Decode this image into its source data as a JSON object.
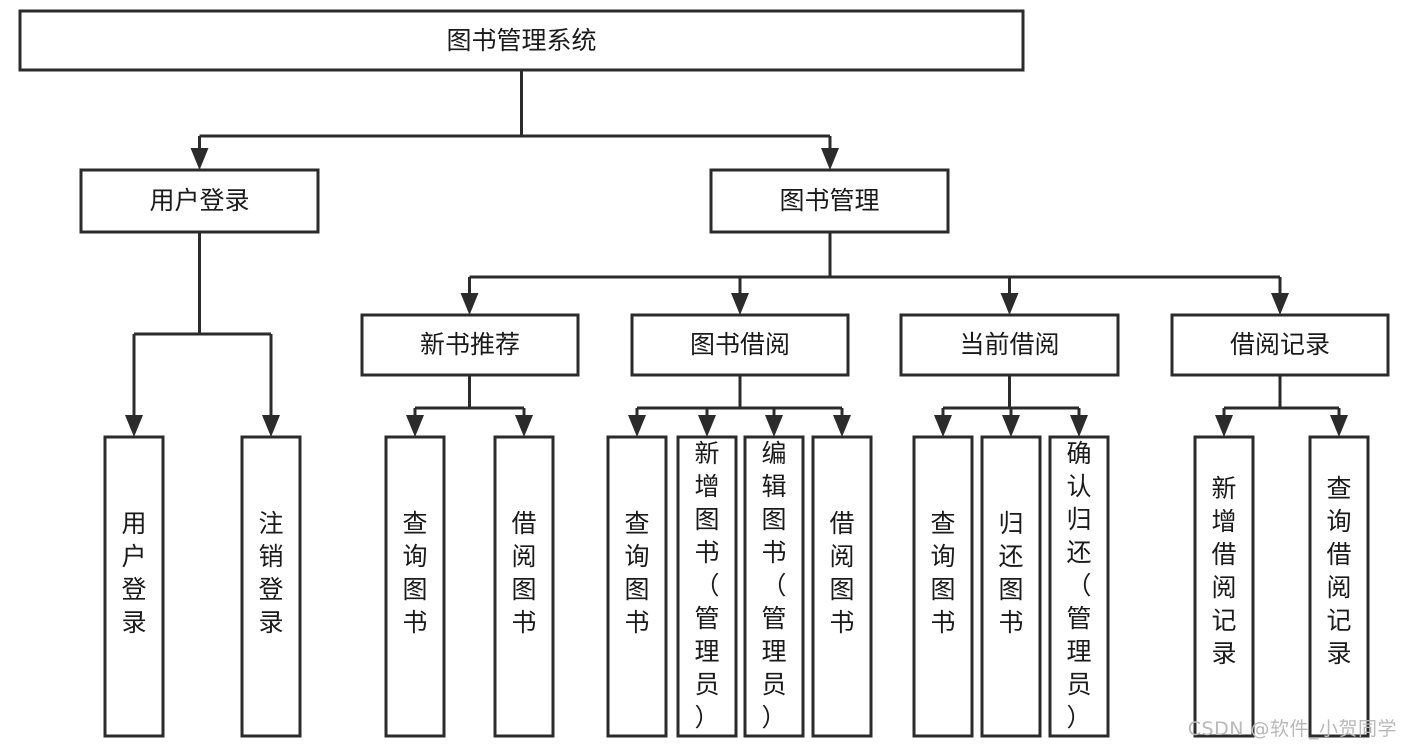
{
  "diagram": {
    "type": "tree-hierarchy-chart",
    "title": "图书管理系统",
    "watermark": "CSDN @软件_小贺同学",
    "colors": {
      "stroke": "#2b2b2b",
      "fill": "#ffffff",
      "text": "#1a1a1a",
      "watermark": "#b9b9b9",
      "background": "#ffffff"
    },
    "nodes": {
      "root": {
        "label": "图书管理系统"
      },
      "level2": [
        {
          "id": "user-login",
          "label": "用户登录"
        },
        {
          "id": "book-manage",
          "label": "图书管理"
        }
      ],
      "level3": [
        {
          "id": "new-book-recommend",
          "label": "新书推荐"
        },
        {
          "id": "book-borrow",
          "label": "图书借阅"
        },
        {
          "id": "current-borrow",
          "label": "当前借阅"
        },
        {
          "id": "borrow-record",
          "label": "借阅记录"
        }
      ],
      "leaves": {
        "user_login": [
          {
            "id": "leaf-user-login",
            "label": "用户登录"
          },
          {
            "id": "leaf-user-logout",
            "label": "注销登录"
          }
        ],
        "new_book_recommend": [
          {
            "id": "leaf-query-book-1",
            "label": "查询图书"
          },
          {
            "id": "leaf-borrow-book-1",
            "label": "借阅图书"
          }
        ],
        "book_borrow": [
          {
            "id": "leaf-query-book-2",
            "label": "查询图书"
          },
          {
            "id": "leaf-add-book",
            "label": "新增图书（管理员）"
          },
          {
            "id": "leaf-edit-book",
            "label": "编辑图书（管理员）"
          },
          {
            "id": "leaf-borrow-book-2",
            "label": "借阅图书"
          }
        ],
        "current_borrow": [
          {
            "id": "leaf-query-book-3",
            "label": "查询图书"
          },
          {
            "id": "leaf-return-book",
            "label": "归还图书"
          },
          {
            "id": "leaf-confirm-return",
            "label": "确认归还（管理员）"
          }
        ],
        "borrow_record": [
          {
            "id": "leaf-add-record",
            "label": "新增借阅记录"
          },
          {
            "id": "leaf-query-record",
            "label": "查询借阅记录"
          }
        ]
      }
    }
  }
}
